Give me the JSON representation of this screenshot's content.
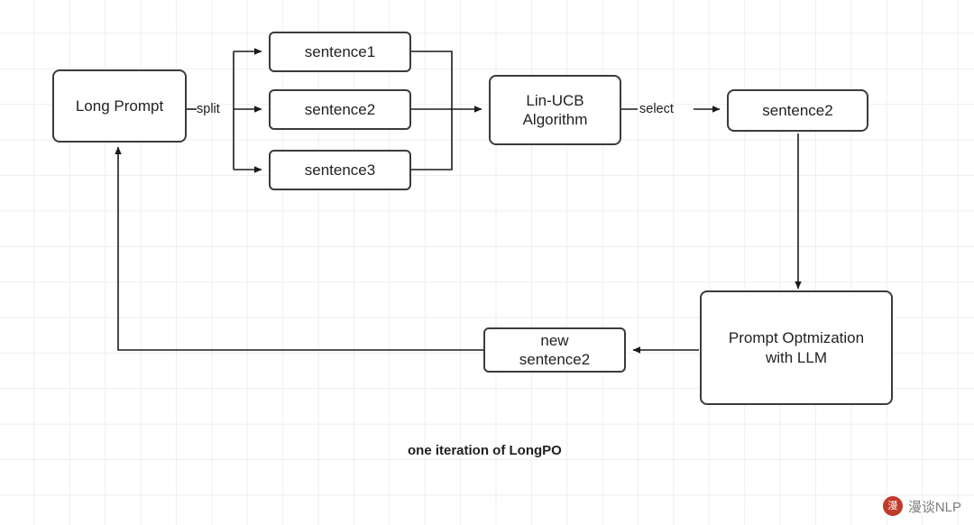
{
  "diagram": {
    "caption": "one iteration of LongPO",
    "nodes": [
      {
        "id": "long-prompt",
        "label": "Long Prompt"
      },
      {
        "id": "sentence1",
        "label": "sentence1"
      },
      {
        "id": "sentence2",
        "label": "sentence2"
      },
      {
        "id": "sentence3",
        "label": "sentence3"
      },
      {
        "id": "lin-ucb",
        "label": "Lin-UCB\nAlgorithm"
      },
      {
        "id": "selected-sentence",
        "label": "sentence2"
      },
      {
        "id": "prompt-optimization",
        "label": "Prompt Optmization\nwith LLM"
      },
      {
        "id": "new-sentence",
        "label": "new\nsentence2"
      }
    ],
    "edge_labels": [
      {
        "id": "split",
        "label": "split"
      },
      {
        "id": "select",
        "label": "select"
      }
    ]
  },
  "watermark": {
    "logo_text": "漫",
    "label": "漫谈NLP"
  },
  "colors": {
    "node_border": "#3b3b3b",
    "grid_line": "#eeeeee",
    "text": "#222222",
    "logo": "#c0392b"
  }
}
